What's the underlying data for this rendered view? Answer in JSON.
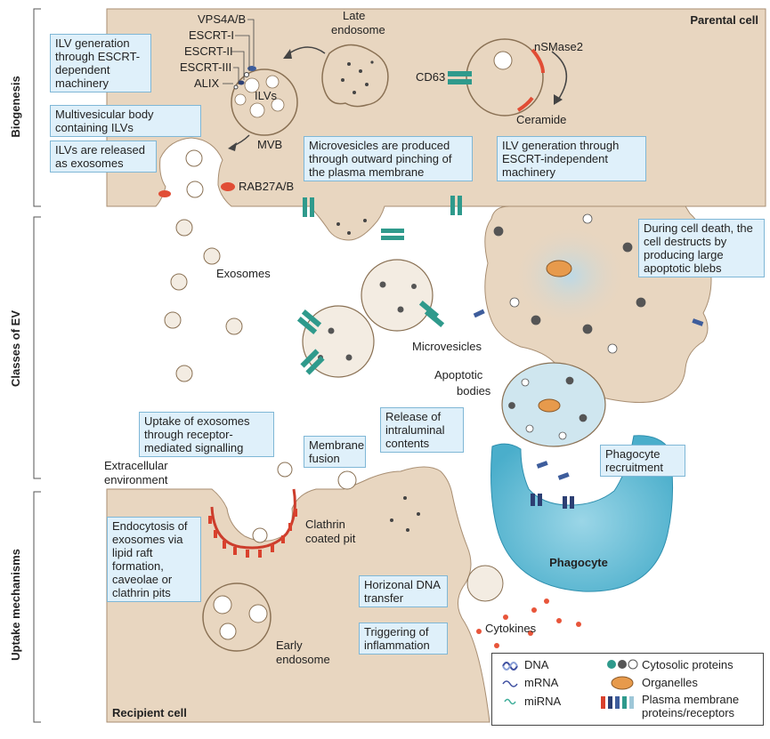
{
  "sections": {
    "biogenesis": "Biogenesis",
    "classes": "Classes of EV",
    "uptake": "Uptake mechanisms"
  },
  "cells": {
    "parental": "Parental cell",
    "recipient": "Recipient cell",
    "phagocyte": "Phagocyte"
  },
  "labels": {
    "vps4": "VPS4A/B",
    "escrt1": "ESCRT-I",
    "escrt2": "ESCRT-II",
    "escrt3": "ESCRT-III",
    "alix": "ALIX",
    "ilvs": "ILVs",
    "mvb": "MVB",
    "late_endosome": "Late endosome",
    "cd63": "CD63",
    "nsmase2": "nSMase2",
    "ceramide": "Ceramide",
    "rab27": "RAB27A/B",
    "exosomes": "Exosomes",
    "microvesicles": "Microvesicles",
    "apoptotic_bodies": "Apoptotic bodies",
    "extracellular": "Extracellular environment",
    "clathrin": "Clathrin coated pit",
    "early_endosome": "Early endosome",
    "cytokines": "Cytokines"
  },
  "callouts": {
    "escrt_dep": "ILV generation through ESCRT-dependent machinery",
    "mvb_containing": "Multivesicular body containing ILVs",
    "released": "ILVs are released as exosomes",
    "microvesicles_prod": "Microvesicles are produced through outward pinching of the plasma membrane",
    "escrt_indep": "ILV generation through ESCRT-independent machinery",
    "cell_death": "During cell death, the cell destructs by producing large apoptotic blebs",
    "uptake_receptor": "Uptake of exosomes through receptor-mediated signalling",
    "membrane_fusion": "Membrane fusion",
    "release_intraluminal": "Release of intraluminal contents",
    "phagocyte_recruit": "Phagocyte recruitment",
    "endocytosis": "Endocytosis of exosomes via lipid raft formation, caveolae or clathrin pits",
    "horizontal_dna": "Horizonal DNA transfer",
    "inflammation": "Triggering of inflammation"
  },
  "legend": {
    "dna": "DNA",
    "mrna": "mRNA",
    "mirna": "miRNA",
    "cytosolic": "Cytosolic proteins",
    "organelles": "Organelles",
    "pm_proteins": "Plasma membrane proteins/receptors"
  },
  "colors": {
    "cell": "#e8d6c0",
    "cell_edge": "#a88e72",
    "vesicle_inner": "#f3ece2",
    "callout_bg": "#dff0fa",
    "callout_edge": "#7fb7d6",
    "phagocyte": "#59b8d2",
    "receptor": "#2f9a8c",
    "red": "#d9412d",
    "organelle": "#e79a4c",
    "dna": "#3e4fa0",
    "mirna": "#3fae9a"
  }
}
